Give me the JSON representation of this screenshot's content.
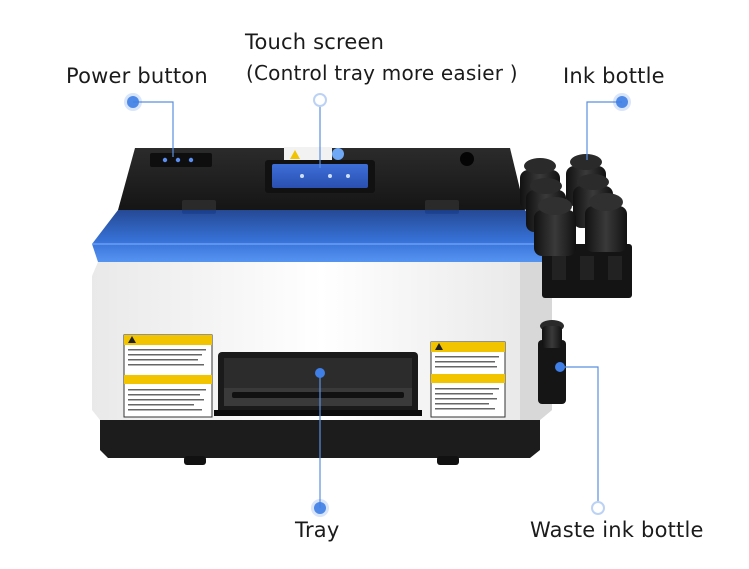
{
  "callouts": {
    "power_button": "Power button",
    "touch_screen": "Touch screen",
    "touch_screen_note": "(Control tray  more easier )",
    "ink_bottle": "Ink bottle",
    "tray": "Tray",
    "waste_ink_bottle": "Waste ink bottle"
  },
  "colors": {
    "accent_blue": "#3f7fe6",
    "body_white": "#f4f4f4",
    "body_dark": "#1c1c1c",
    "warning_yellow": "#f2c400"
  }
}
